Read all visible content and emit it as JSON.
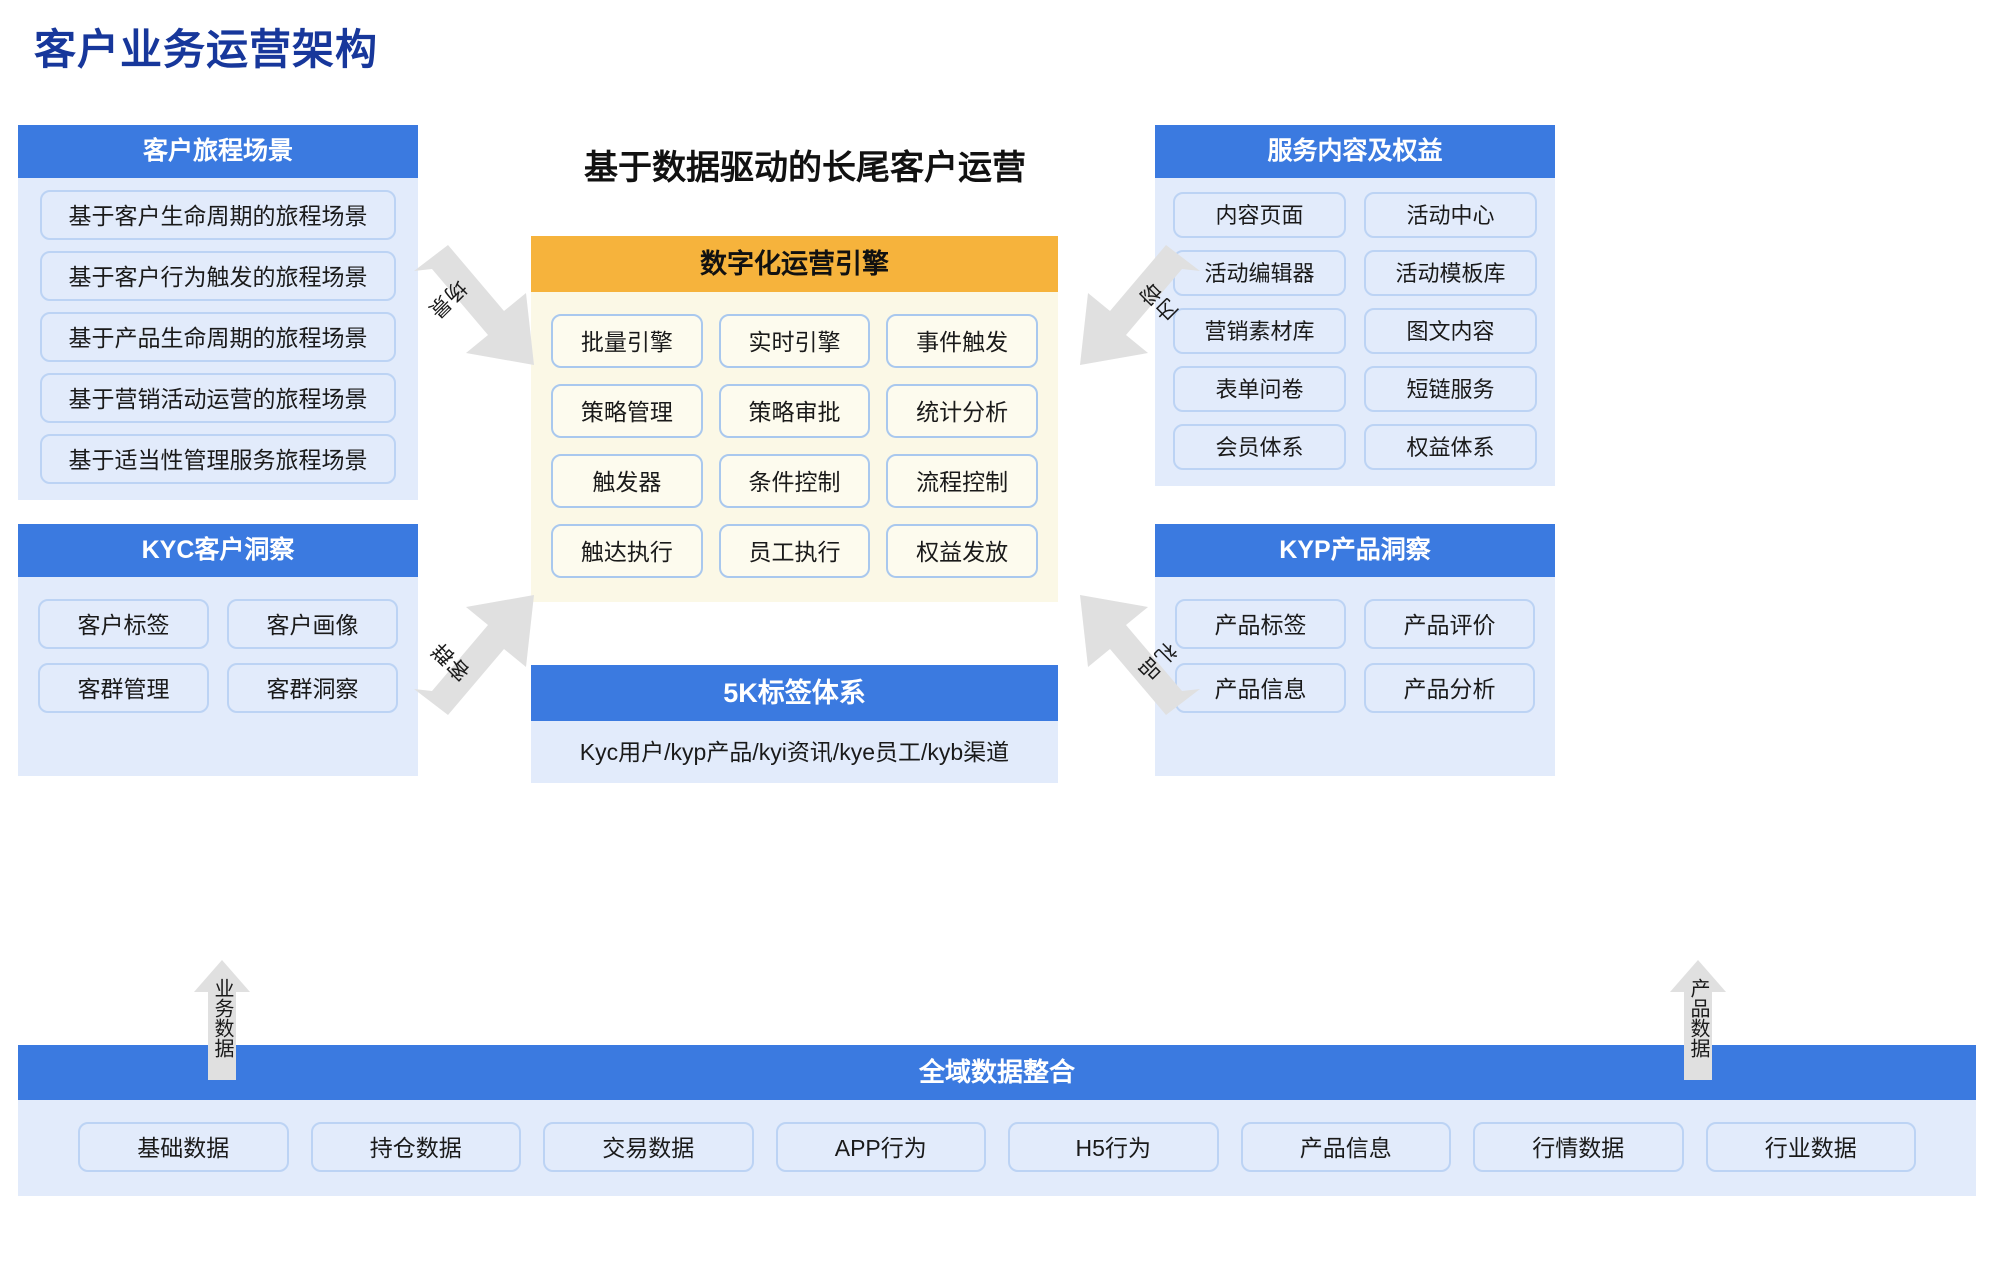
{
  "page": {
    "title": "客户业务运营架构"
  },
  "center": {
    "headline": "基于数据驱动的长尾客户运营",
    "engine": {
      "title": "数字化运营引擎",
      "items": [
        "批量引擎",
        "实时引擎",
        "事件触发",
        "策略管理",
        "策略审批",
        "统计分析",
        "触发器",
        "条件控制",
        "流程控制",
        "触达执行",
        "员工执行",
        "权益发放"
      ]
    },
    "tags": {
      "title": "5K标签体系",
      "subtitle": "Kyc用户/kyp产品/kyi资讯/kye员工/kyb渠道"
    }
  },
  "left": {
    "journey": {
      "title": "客户旅程场景",
      "items": [
        "基于客户生命周期的旅程场景",
        "基于客户行为触发的旅程场景",
        "基于产品生命周期的旅程场景",
        "基于营销活动运营的旅程场景",
        "基于适当性管理服务旅程场景"
      ]
    },
    "kyc": {
      "title": "KYC客户洞察",
      "items": [
        "客户标签",
        "客户画像",
        "客群管理",
        "客群洞察"
      ]
    }
  },
  "right": {
    "service": {
      "title": "服务内容及权益",
      "items": [
        "内容页面",
        "活动中心",
        "活动编辑器",
        "活动模板库",
        "营销素材库",
        "图文内容",
        "表单问卷",
        "短链服务",
        "会员体系",
        "权益体系"
      ]
    },
    "kyp": {
      "title": "KYP产品洞察",
      "items": [
        "产品标签",
        "产品评价",
        "产品信息",
        "产品分析"
      ]
    }
  },
  "bottom": {
    "title": "全域数据整合",
    "items": [
      "基础数据",
      "持仓数据",
      "交易数据",
      "APP行为",
      "H5行为",
      "产品信息",
      "行情数据",
      "行业数据"
    ]
  },
  "arrows": {
    "scene": "场景",
    "content": "内容",
    "crowd": "客群",
    "gift": "礼品",
    "business_data": "业务数据",
    "product_data": "产品数据"
  },
  "colors": {
    "title_blue": "#17379b",
    "header_blue": "#3b7ae0",
    "panel_bg": "#e2ebfb",
    "chip_border": "#bcd3f4",
    "engine_header": "#f6b33c",
    "engine_bg": "#fbf8e6",
    "arrow_gray": "#e0e0e0"
  }
}
